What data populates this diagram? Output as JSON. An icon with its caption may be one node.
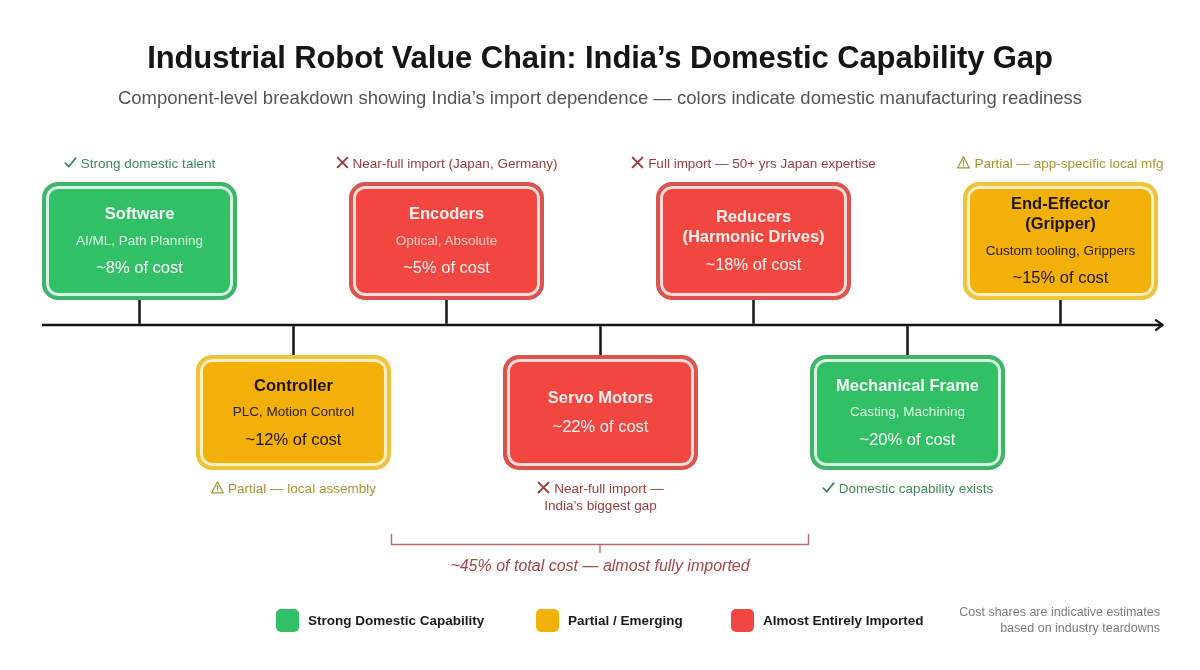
{
  "diagram": {
    "title": "Industrial Robot Value Chain: India’s Domestic Capability Gap",
    "caption": "Component-level breakdown showing India’s import dependence — colors indicate domestic manufacturing readiness",
    "nodes": [
      {
        "text": [
          "Software",
          "AI/ML, Path Planning",
          "~8% of cost"
        ],
        "beside": [
          "Strong domestic talent"
        ]
      },
      {
        "text": [
          "Encoders",
          "Optical, Absolute",
          "~5% of cost"
        ],
        "beside": [
          "Near-full import (Japan, Germany)"
        ]
      },
      {
        "text": [
          "Reducers (Harmonic Drives)",
          "~18% of cost"
        ],
        "beside": [
          "Full import — 50+ yrs Japan expertise"
        ]
      },
      {
        "text": [
          "End-Effector (Gripper)",
          "Custom tooling, Grippers",
          "~15% of cost"
        ],
        "beside": [
          "Partial — app-specific local mfg"
        ]
      },
      {
        "text": [],
        "shape": "arrow"
      },
      {
        "text": [
          "Controller",
          "PLC, Motion Control",
          "~12% of cost"
        ],
        "beside": [
          "Partial — local assembly"
        ]
      },
      {
        "text": [
          "Servo Motors",
          "~22% of cost"
        ],
        "beside": [
          "Near-full import — India’s biggest gap"
        ]
      },
      {
        "text": [
          "Mechanical Frame",
          "Casting, Machining",
          "~20% of cost"
        ],
        "beside": [
          "Domestic capability exists"
        ]
      }
    ],
    "edges": [
      {
        "from": 0,
        "to": 4,
        "arrow": "none"
      },
      {
        "from": 1,
        "to": 4,
        "arrow": "none"
      },
      {
        "from": 2,
        "to": 4,
        "arrow": "none"
      },
      {
        "from": 3,
        "to": 4,
        "arrow": "none"
      },
      {
        "from": 5,
        "to": 4,
        "arrow": "none"
      },
      {
        "from": 6,
        "to": 4,
        "arrow": "none"
      },
      {
        "from": 7,
        "to": 4,
        "arrow": "none"
      }
    ],
    "labels": [
      "~45% of total cost — almost fully imported",
      "Cost shares are indicative estimates based on industry teardowns"
    ],
    "legend": [
      {
        "text": "Strong Domestic Capability",
        "color": "#31c065"
      },
      {
        "text": "Partial / Emerging",
        "color": "#f3b009"
      },
      {
        "text": "Almost Entirely Imported",
        "color": "#f24740"
      }
    ]
  }
}
